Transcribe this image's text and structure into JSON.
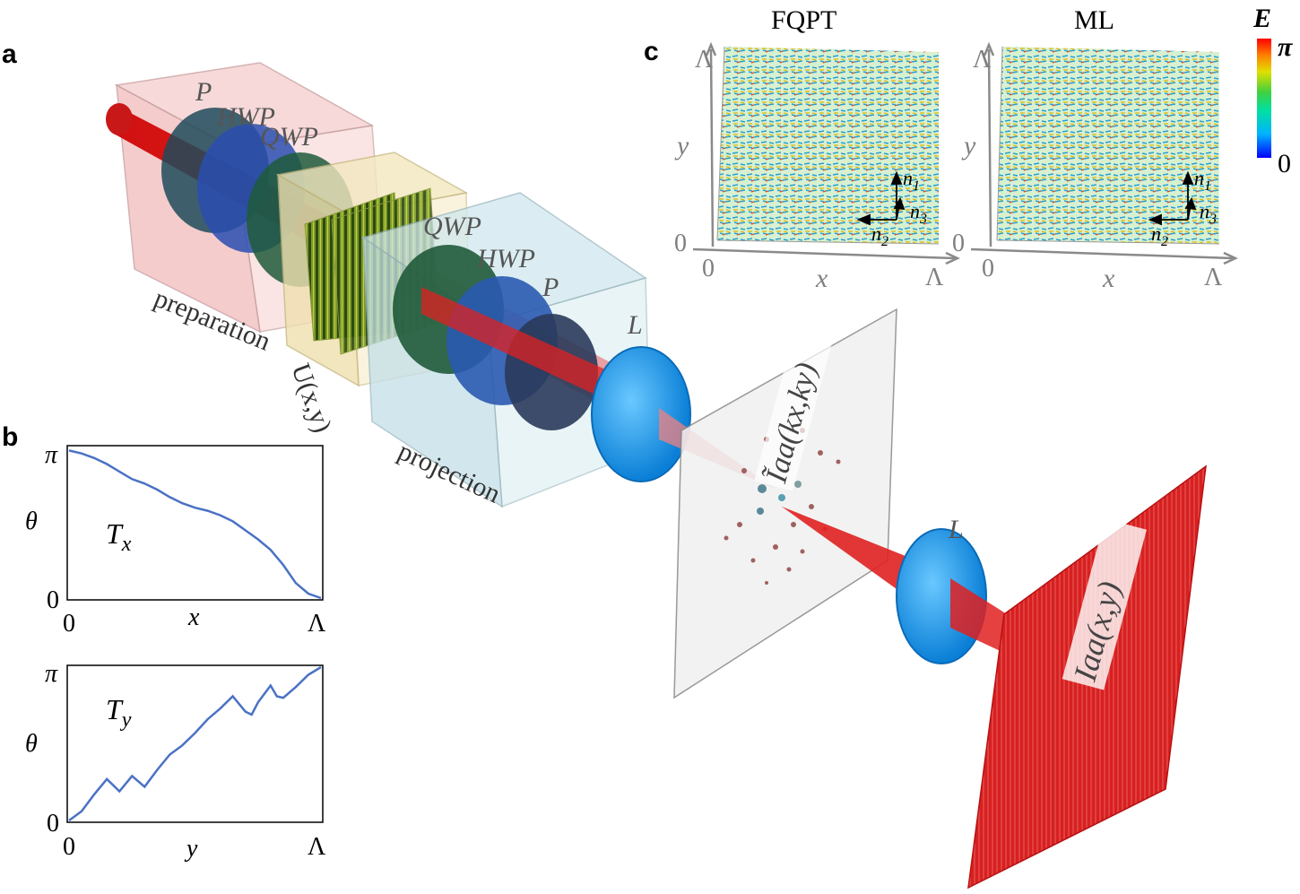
{
  "panels": {
    "a": "a",
    "b": "b",
    "c": "c"
  },
  "panel_a": {
    "preparation_optics": [
      "P",
      "HWP",
      "QWP"
    ],
    "modulator_label": "U(x,y)",
    "projection_optics": [
      "QWP",
      "HWP",
      "P"
    ],
    "lens_label": "L",
    "box_labels": {
      "preparation": "preparation",
      "projection": "projection"
    },
    "fourier_plane_label": "Ĩaa(kx,ky)",
    "image_plane_label": "Iaa(x,y)"
  },
  "panel_c": {
    "maps": [
      {
        "title": "FQPT",
        "x_label": "x",
        "y_label": "y",
        "x_ticks": [
          "0",
          "Λ"
        ],
        "y_ticks": [
          "0",
          "Λ"
        ],
        "vectors": [
          "n1",
          "n2",
          "n3"
        ]
      },
      {
        "title": "ML",
        "x_label": "x",
        "y_label": "y",
        "x_ticks": [
          "0",
          "Λ"
        ],
        "y_ticks": [
          "0",
          "Λ"
        ],
        "vectors": [
          "n1",
          "n2",
          "n3"
        ]
      }
    ],
    "colorbar": {
      "label": "E",
      "max": "π",
      "min": "0",
      "colors": [
        "#0000ff",
        "#00b4ff",
        "#00e0a0",
        "#40d040",
        "#e0e000",
        "#ff8000",
        "#ff0000"
      ]
    }
  },
  "chart_data": [
    {
      "type": "line",
      "title": "",
      "annotation": "Tx",
      "xlabel": "x",
      "ylabel": "θ",
      "x_ticks": [
        "0",
        "Λ"
      ],
      "y_ticks": [
        "0",
        "π"
      ],
      "xlim": [
        0,
        1
      ],
      "ylim": [
        0,
        1
      ],
      "x": [
        0,
        0.05,
        0.1,
        0.15,
        0.2,
        0.25,
        0.3,
        0.35,
        0.4,
        0.45,
        0.5,
        0.55,
        0.6,
        0.65,
        0.7,
        0.75,
        0.8,
        0.85,
        0.9,
        0.95,
        1.0
      ],
      "values": [
        0.98,
        0.96,
        0.93,
        0.89,
        0.84,
        0.79,
        0.76,
        0.72,
        0.67,
        0.63,
        0.6,
        0.58,
        0.55,
        0.51,
        0.45,
        0.39,
        0.32,
        0.22,
        0.1,
        0.03,
        0.0
      ],
      "line_color": "#4a72c4"
    },
    {
      "type": "line",
      "title": "",
      "annotation": "Ty",
      "xlabel": "y",
      "ylabel": "θ",
      "x_ticks": [
        "0",
        "Λ"
      ],
      "y_ticks": [
        "0",
        "π"
      ],
      "xlim": [
        0,
        1
      ],
      "ylim": [
        0,
        1
      ],
      "x": [
        0,
        0.05,
        0.1,
        0.15,
        0.2,
        0.25,
        0.3,
        0.35,
        0.4,
        0.45,
        0.5,
        0.55,
        0.6,
        0.65,
        0.7,
        0.725,
        0.75,
        0.8,
        0.825,
        0.85,
        0.9,
        0.95,
        1.0
      ],
      "values": [
        0.0,
        0.06,
        0.17,
        0.27,
        0.19,
        0.29,
        0.22,
        0.33,
        0.43,
        0.49,
        0.57,
        0.66,
        0.73,
        0.81,
        0.71,
        0.69,
        0.77,
        0.88,
        0.81,
        0.8,
        0.87,
        0.95,
        1.0
      ],
      "line_color": "#4a72c4"
    }
  ]
}
